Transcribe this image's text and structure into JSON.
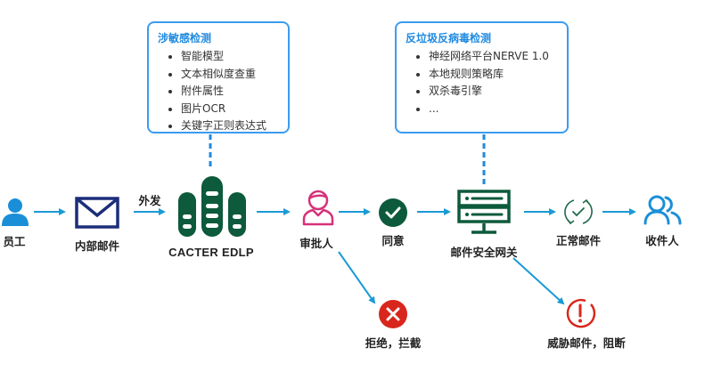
{
  "colors": {
    "box_border": "#3b9cf0",
    "box_title": "#1f8ae0",
    "arrow": "#1a9ad6",
    "dashed_connector": "#1f8ae0",
    "employee_icon": "#1a8fd8",
    "mail_icon": "#1c2d7a",
    "edlp_icon": "#0d5a3c",
    "approver_icon": "#d6317a",
    "approve_icon": "#0d5a3c",
    "gateway_icon": "#0d5a3c",
    "normal_mail_icon": "#1e6a4a",
    "recipient_icon": "#1a8fd8",
    "reject_icon": "#d9261c",
    "threat_icon": "#d9261c"
  },
  "boxes": {
    "sensitive": {
      "title": "涉敏感检测",
      "items": [
        "智能模型",
        "文本相似度查重",
        "附件属性",
        "图片OCR",
        "关键字正则表达式"
      ]
    },
    "antispam": {
      "title": "反垃圾反病毒检测",
      "items": [
        "神经网络平台NERVE 1.0",
        "本地规则策略库",
        "双杀毒引擎",
        "..."
      ]
    }
  },
  "nodes": {
    "employee": {
      "label": "员工",
      "icon": "user-icon"
    },
    "internal_mail": {
      "label": "内部邮件",
      "icon": "envelope-icon"
    },
    "edlp": {
      "label": "CACTER EDLP",
      "icon": "server-rack-icon"
    },
    "approver": {
      "label": "审批人",
      "icon": "approver-user-icon"
    },
    "approve": {
      "label": "同意",
      "icon": "check-circle-icon"
    },
    "gateway": {
      "label": "邮件安全网关",
      "icon": "gateway-server-icon"
    },
    "normal_mail": {
      "label": "正常邮件",
      "icon": "refresh-check-icon"
    },
    "recipient": {
      "label": "收件人",
      "icon": "users-icon"
    },
    "reject": {
      "label": "拒绝，拦截",
      "icon": "x-circle-icon"
    },
    "threat": {
      "label": "威胁邮件，阻断",
      "icon": "alert-circle-icon"
    }
  },
  "edges": {
    "send_out_label": "外发"
  }
}
